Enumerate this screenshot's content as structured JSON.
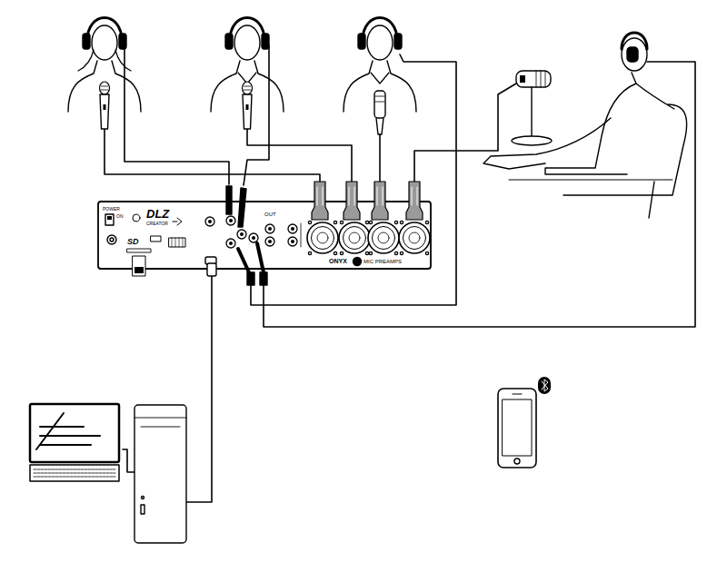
{
  "diagram": {
    "labels": [
      "POWER",
      "ON",
      "DLZ",
      "CREATOR",
      "SD",
      "OUT",
      "ONYX",
      "MIC PREAMPS"
    ]
  }
}
